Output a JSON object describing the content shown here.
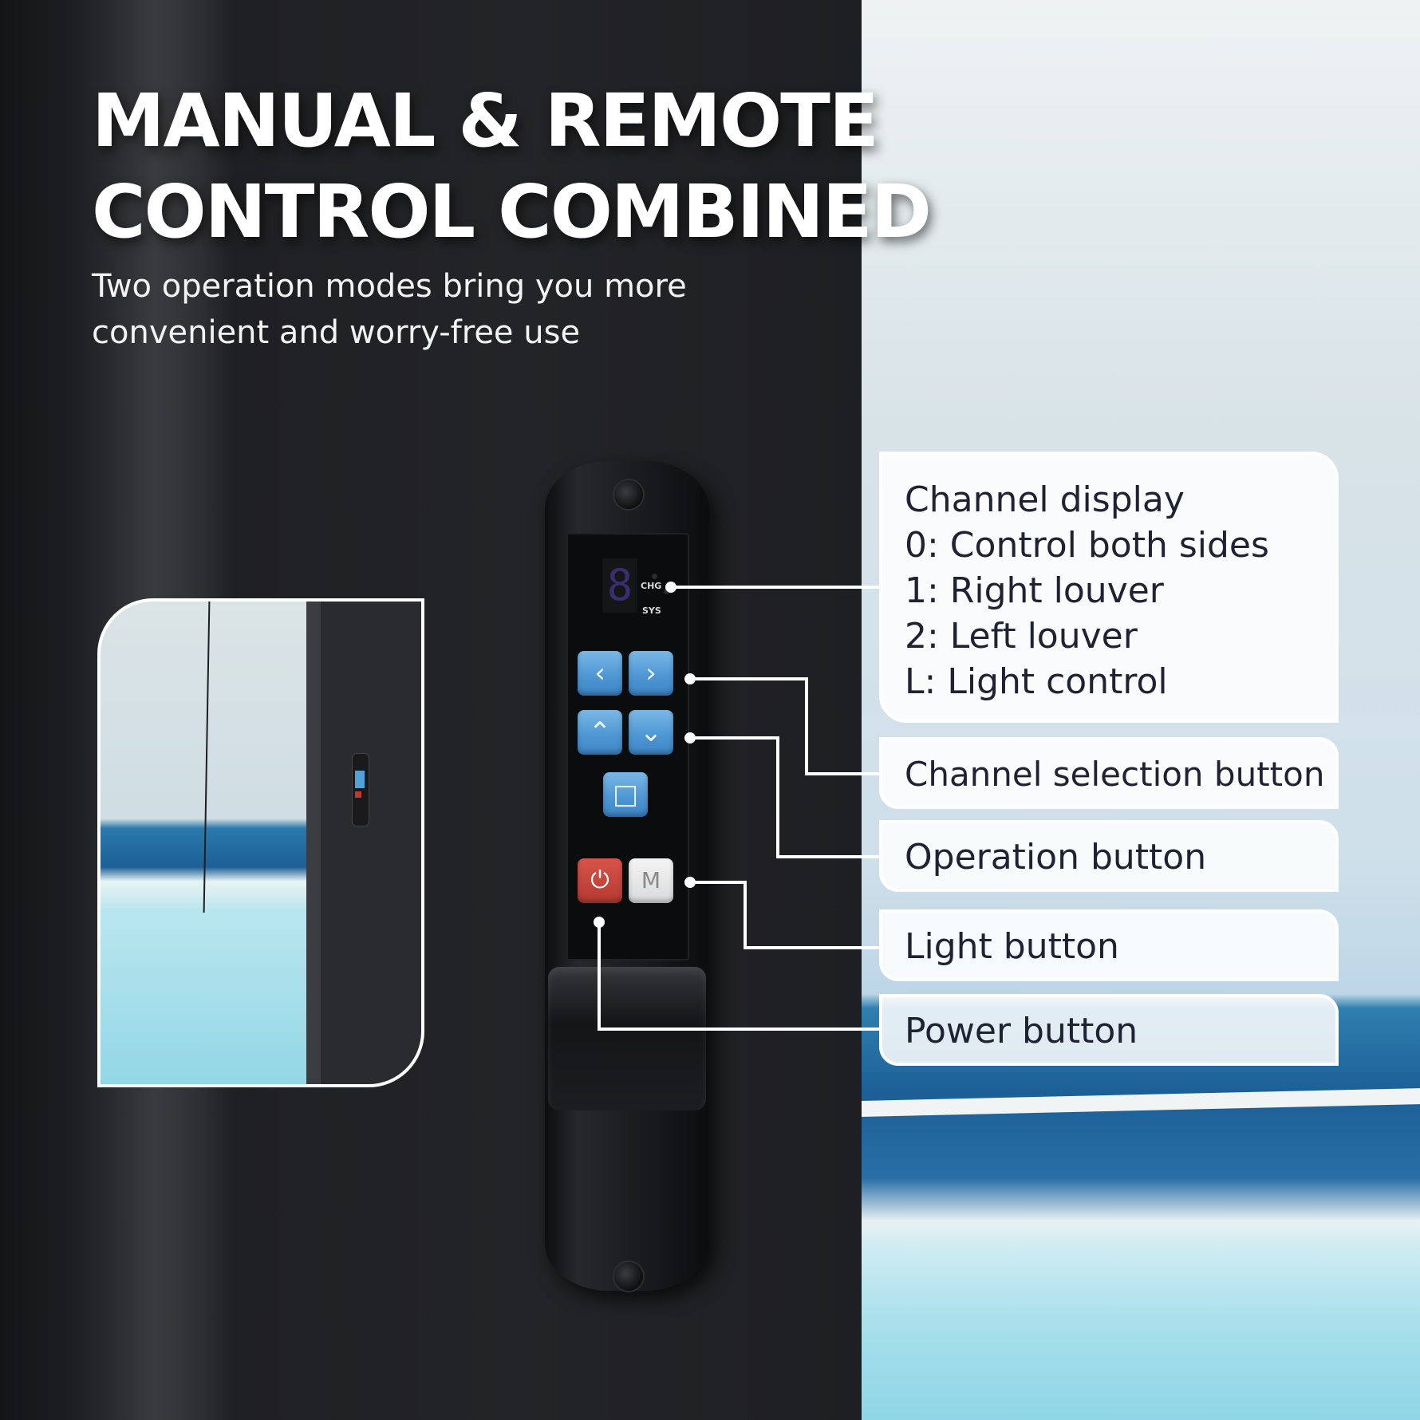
{
  "headline": {
    "line1": "MANUAL & REMOTE",
    "line2": "CONTROL COMBINED"
  },
  "subheadline": {
    "line1": "Two operation modes bring you more",
    "line2": "convenient and worry-free use"
  },
  "device": {
    "display_digit": "8",
    "led_chg": "CHG",
    "led_sys": "SYS",
    "buttons": {
      "left": "‹",
      "right": "›",
      "up": "⌃",
      "down": "⌄",
      "stop": "□",
      "power": "⏻",
      "light": "M"
    }
  },
  "callouts": {
    "channel_display": {
      "title": "Channel display",
      "items": [
        "0: Control both sides",
        "1: Right louver",
        "2: Left louver",
        "L: Light control"
      ]
    },
    "channel_selection": "Channel selection button",
    "operation": "Operation button",
    "light": "Light button",
    "power": "Power button"
  },
  "colors": {
    "button_blue": "#4c95d2",
    "power_red": "#b33a31",
    "callout_text": "#1e2232"
  }
}
